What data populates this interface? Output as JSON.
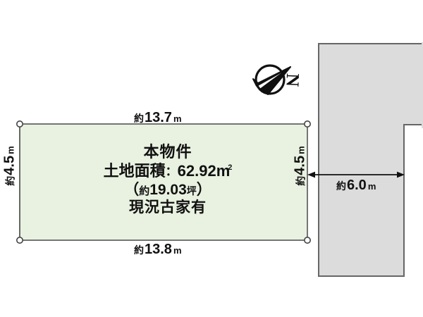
{
  "figure": {
    "type": "property-plot-map",
    "parcel": {
      "title": "本物件",
      "area_label": "土地面積",
      "colon": "：",
      "area_value": "62.92",
      "area_unit": "m",
      "area_unit_sup": "2",
      "tsubo_open": "（",
      "tsubo_yaku": "約",
      "tsubo_value": "19.03",
      "tsubo_unit": "坪",
      "tsubo_close": "）",
      "note": "現況古家有"
    },
    "dimensions": {
      "top": {
        "yaku": "約",
        "value": "13.7",
        "unit": "m"
      },
      "bottom": {
        "yaku": "約",
        "value": "13.8",
        "unit": "m"
      },
      "left": {
        "yaku": "約",
        "value": "4.5",
        "unit": "m"
      },
      "right": {
        "yaku": "約",
        "value": "4.5",
        "unit": "m"
      },
      "road": {
        "yaku": "約",
        "value": "6.0",
        "unit": "m"
      }
    },
    "compass": {
      "icon": "compass-north-icon",
      "north_letter": "N"
    },
    "colors": {
      "parcel_fill": "#e9f2e1",
      "parcel_stroke": "#555555",
      "road_fill": "#dcdcdc",
      "road_stroke": "#666666",
      "dimension_line": "#555555",
      "marker_fill": "#ffffff",
      "text": "#111111",
      "background": "#ffffff"
    }
  }
}
